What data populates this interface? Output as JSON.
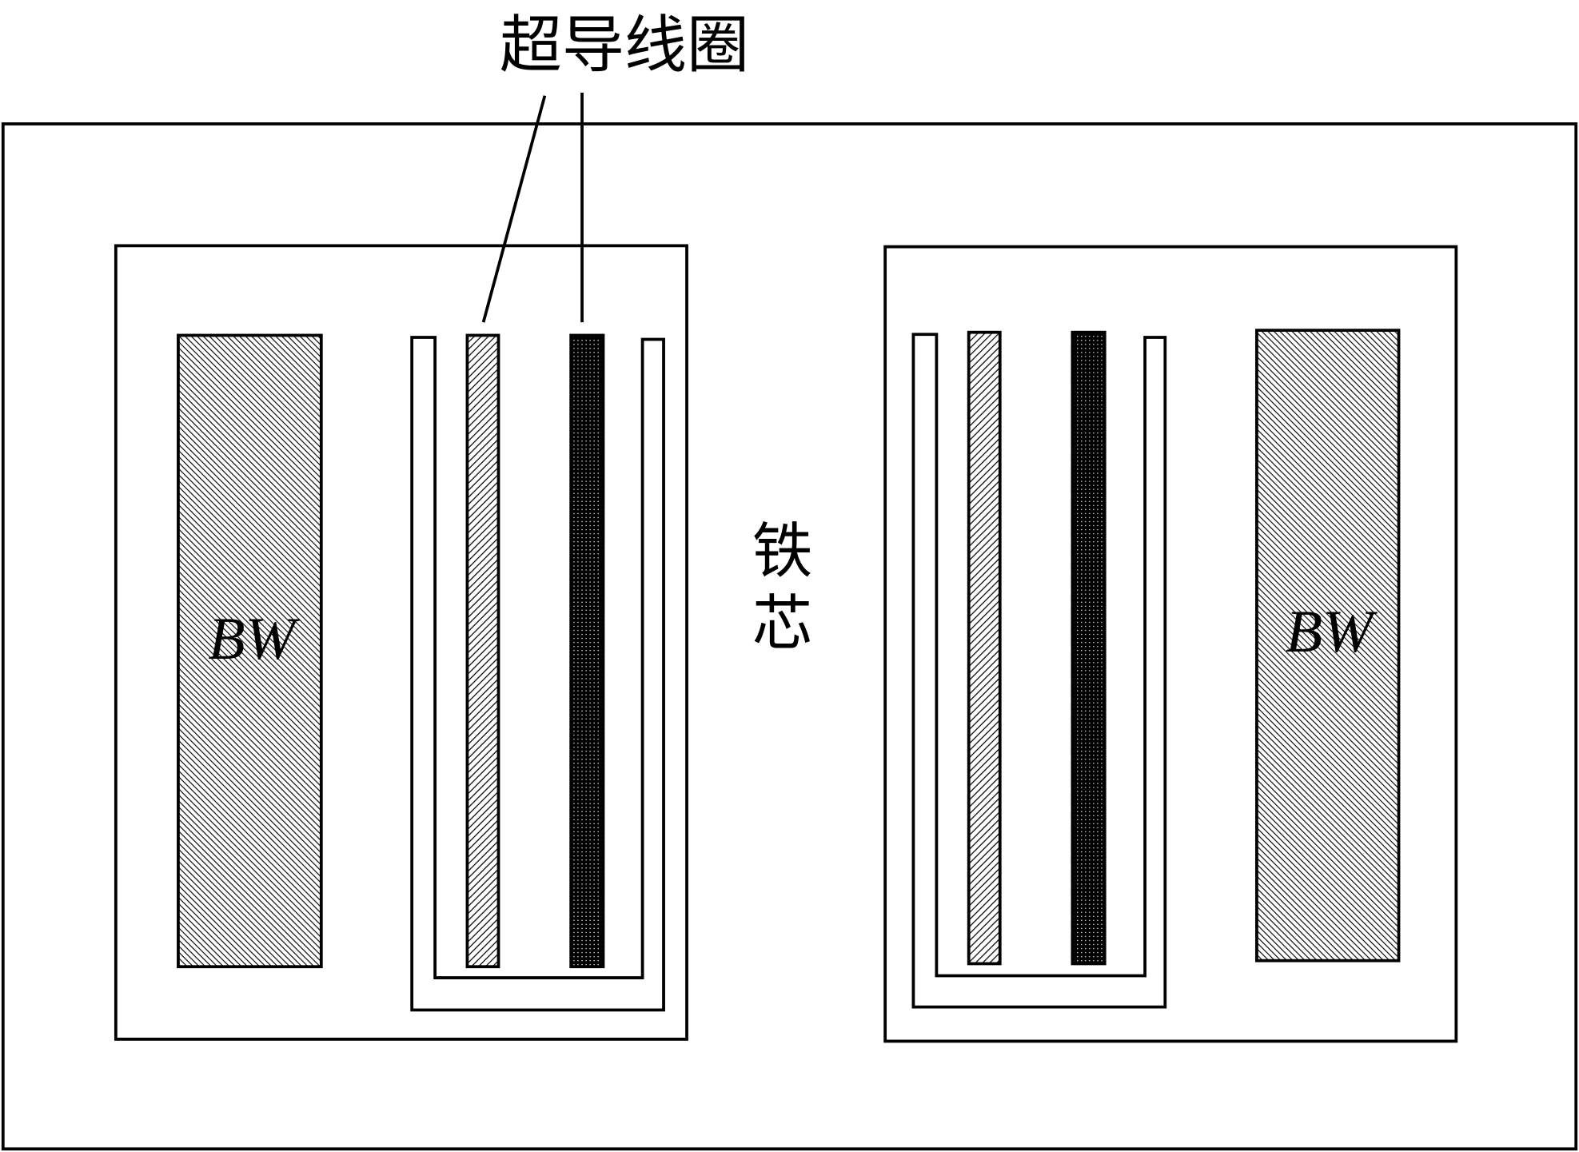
{
  "labels": {
    "coil": "超导线圈",
    "core_1": "铁",
    "core_2": "芯",
    "bw_left": "BW",
    "bw_right": "BW"
  },
  "colors": {
    "stroke": "#000000",
    "background": "#ffffff"
  }
}
